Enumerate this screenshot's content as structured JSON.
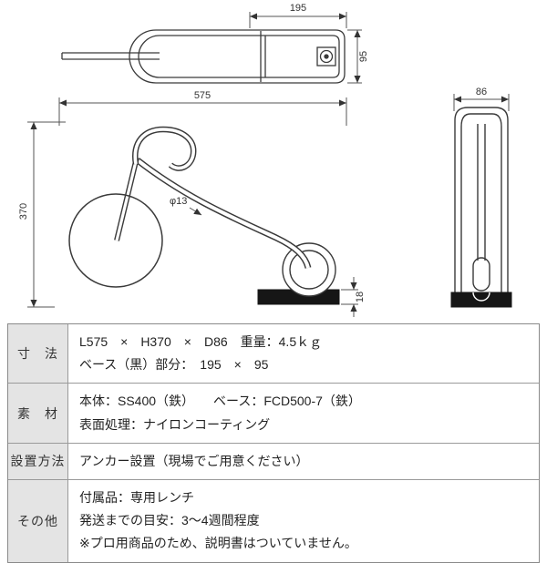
{
  "drawing": {
    "top_view": {
      "width_dim": "195",
      "depth_dim": "95"
    },
    "side_view": {
      "length_dim": "575",
      "height_dim": "370",
      "pipe_dim": "φ13",
      "base_thickness_dim": "18"
    },
    "front_view": {
      "width_dim": "86"
    }
  },
  "spec_table": {
    "rows": [
      {
        "label": "寸　法",
        "lines": [
          "L575　×　H370　×　D86　重量：4.5ｋｇ",
          "ベース（黒）部分：　195　×　95"
        ]
      },
      {
        "label": "素　材",
        "lines": [
          "本体：SS400（鉄）　　ベース：FCD500-7（鉄）",
          "表面処理：ナイロンコーティング"
        ]
      },
      {
        "label": "設置方法",
        "lines": [
          "アンカー設置（現場でご用意ください）"
        ]
      },
      {
        "label": "その他",
        "lines": [
          "付属品：専用レンチ",
          "発送までの目安：3～4週間程度",
          "※プロ用商品のため、説明書はついていません。"
        ]
      }
    ]
  }
}
